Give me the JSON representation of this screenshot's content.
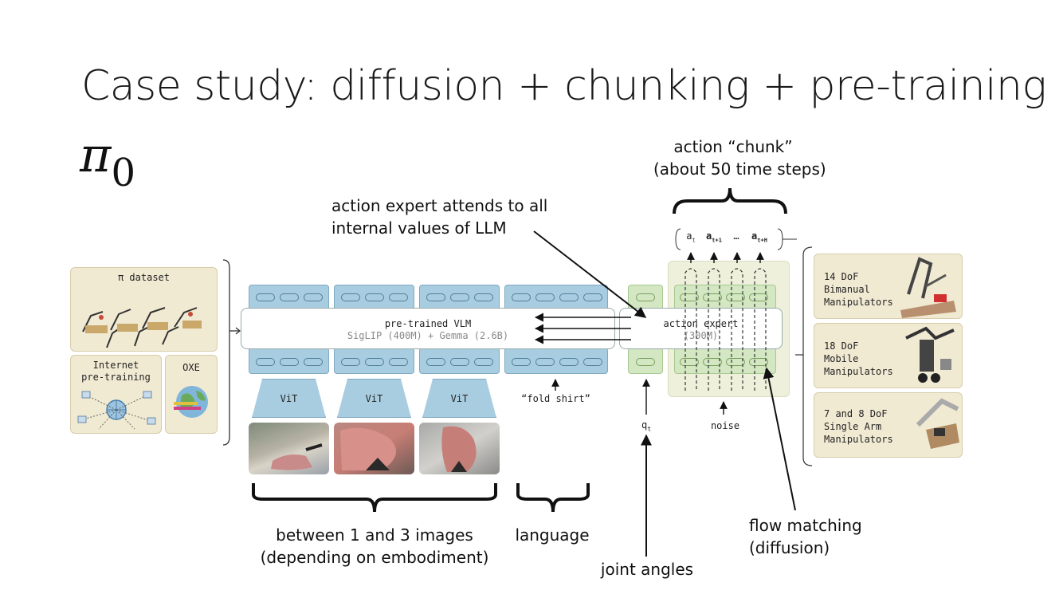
{
  "slide": {
    "title": "Case study: diffusion + chunking + pre-training",
    "subtitle_symbol": "π",
    "subtitle_sub": "0"
  },
  "annotations": {
    "chunk_line1": "action “chunk”",
    "chunk_line2": "(about 50 time steps)",
    "attend_line1": "action expert attends to all",
    "attend_line2": "internal values of LLM",
    "images_line1": "between 1 and 3 images",
    "images_line2": "(depending on embodiment)",
    "language": "language",
    "joint_angles": "joint angles",
    "flow_line1": "flow matching",
    "flow_line2": "(diffusion)"
  },
  "datasets": {
    "pi_dataset": "π dataset",
    "internet_line1": "Internet",
    "internet_line2": "pre-training",
    "oxe": "OXE"
  },
  "model": {
    "vlm_line1": "pre-trained VLM",
    "vlm_line2": "SigLIP (400M) + Gemma (2.6B)",
    "expert_line1": "action expert",
    "expert_line2": "(300M)",
    "vit_label": "ViT",
    "prompt": "“fold shirt”",
    "qt": "q",
    "qt_sub": "t",
    "noise": "noise",
    "actions": {
      "a0": "a",
      "a0_sub": "t",
      "a1": "a",
      "a1_sub": "t+1",
      "dots": "…",
      "aH": "a",
      "aH_sub": "t+H"
    }
  },
  "embodiments": [
    {
      "line1": "14 DoF",
      "line2": "Bimanual",
      "line3": "Manipulators"
    },
    {
      "line1": "18 DoF",
      "line2": "Mobile",
      "line3": "Manipulators"
    },
    {
      "line1": "7 and 8 DoF",
      "line2": "Single Arm",
      "line3": "Manipulators"
    }
  ],
  "colors": {
    "token_blue": "#a9cde0",
    "token_green": "#d3e7c2",
    "card_beige": "#f1ead3"
  }
}
